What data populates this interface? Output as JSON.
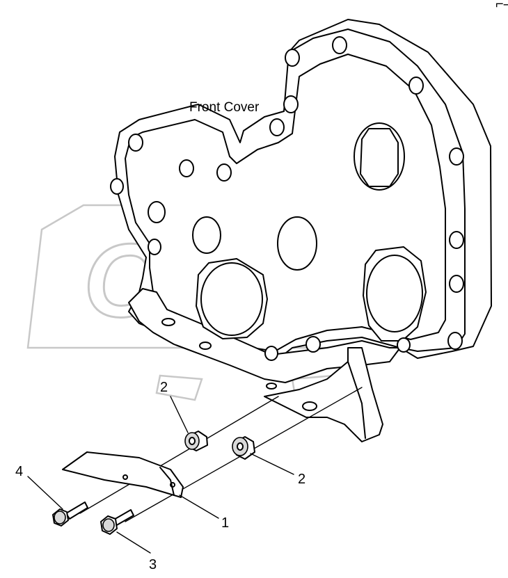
{
  "diagram": {
    "cover_label": "Front Cover",
    "callouts": [
      {
        "id": "washer-upper",
        "number": "2"
      },
      {
        "id": "washer-lower",
        "number": "2"
      },
      {
        "id": "bracket",
        "number": "1"
      },
      {
        "id": "bolt-lower",
        "number": "3"
      },
      {
        "id": "bolt-upper",
        "number": "4"
      }
    ],
    "corner_mark": "⌐—",
    "watermark_text": "OPEX"
  }
}
